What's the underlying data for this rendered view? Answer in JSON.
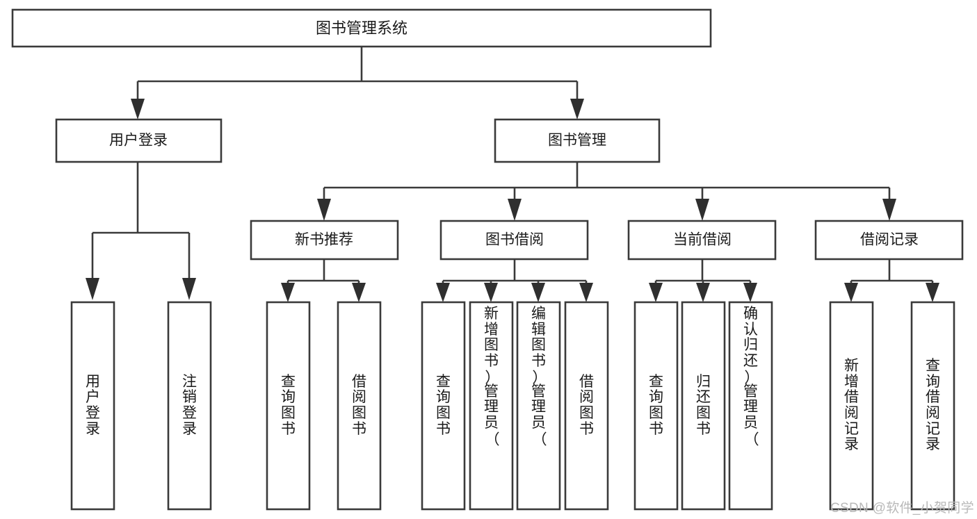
{
  "diagram": {
    "title": "图书管理系统",
    "type": "tree-hierarchy-diagram",
    "colors": {
      "background": "#ffffff",
      "box_stroke": "#3a3a3a",
      "box_fill": "#ffffff",
      "text": "#1a1a1a",
      "watermark": "#b9b9b9"
    },
    "root": {
      "label": "图书管理系统"
    },
    "level2": [
      {
        "label": "用户登录"
      },
      {
        "label": "图书管理"
      }
    ],
    "level3": [
      {
        "label": "新书推荐"
      },
      {
        "label": "图书借阅"
      },
      {
        "label": "当前借阅"
      },
      {
        "label": "借阅记录"
      }
    ],
    "leaves": {
      "user_login": [
        {
          "lines": [
            "用",
            "户",
            "登",
            "录"
          ]
        },
        {
          "lines": [
            "注",
            "销",
            "登",
            "录"
          ]
        }
      ],
      "new_book_recommend": [
        {
          "lines": [
            "查",
            "询",
            "图",
            "书"
          ]
        },
        {
          "lines": [
            "借",
            "阅",
            "图",
            "书"
          ]
        }
      ],
      "book_borrow": [
        {
          "lines": [
            "查",
            "询",
            "图",
            "书"
          ]
        },
        {
          "lines": [
            "新",
            "增",
            "图",
            "书",
            "（",
            "管",
            "理",
            "员",
            "）"
          ]
        },
        {
          "lines": [
            "编",
            "辑",
            "图",
            "书",
            "（",
            "管",
            "理",
            "员",
            "）"
          ]
        },
        {
          "lines": [
            "借",
            "阅",
            "图",
            "书"
          ]
        }
      ],
      "current_borrow": [
        {
          "lines": [
            "查",
            "询",
            "图",
            "书"
          ]
        },
        {
          "lines": [
            "归",
            "还",
            "图",
            "书"
          ]
        },
        {
          "lines": [
            "确",
            "认",
            "归",
            "还",
            "（",
            "管",
            "理",
            "员",
            "）"
          ]
        }
      ],
      "borrow_records": [
        {
          "lines": [
            "新",
            "增",
            "借",
            "阅",
            "记",
            "录"
          ]
        },
        {
          "lines": [
            "查",
            "询",
            "借",
            "阅",
            "记",
            "录"
          ]
        }
      ]
    },
    "watermark": "CSDN @软件_小贺同学"
  }
}
